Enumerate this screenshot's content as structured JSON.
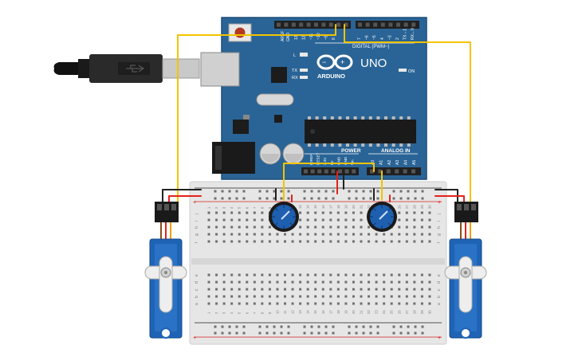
{
  "arduino": {
    "brand": "ARDUINO",
    "model": "UNO",
    "digital_header": "DIGITAL (PWM~)",
    "power_header": "POWER",
    "analog_header": "ANALOG IN",
    "label_L": "L",
    "label_TX": "TX",
    "label_RX": "RX",
    "label_ON": "ON",
    "pin_aref": "AREF",
    "pin_gnd": "GND",
    "digital_pins": [
      "13",
      "12",
      "~11",
      "~10",
      "~9",
      "8",
      "7",
      "~6",
      "~5",
      "4",
      "~3",
      "2",
      "TX→1",
      "RX←0"
    ],
    "power_pins": [
      "IOREF",
      "RESET",
      "3.3V",
      "5V",
      "GND",
      "GND",
      "Vin"
    ],
    "analog_pins": [
      "A0",
      "A1",
      "A2",
      "A3",
      "A4",
      "A5"
    ]
  },
  "breadboard": {
    "plus_sign": "+",
    "minus_sign": "−",
    "row_letters_top": [
      "j",
      "i",
      "h",
      "g",
      "f"
    ],
    "row_letters_bottom": [
      "e",
      "d",
      "c",
      "b",
      "a"
    ],
    "column_numbers": [
      "1",
      "2",
      "3",
      "4",
      "5",
      "6",
      "7",
      "8",
      "9",
      "10",
      "11",
      "12",
      "13",
      "14",
      "15",
      "16",
      "17",
      "18",
      "19",
      "20",
      "21",
      "22",
      "23",
      "24",
      "25",
      "26",
      "27",
      "28",
      "29",
      "30"
    ]
  },
  "colors": {
    "board_blue": "#2a6496",
    "board_blue_dark": "#1d4d78",
    "breadboard_bg": "#e6e6e6",
    "wire_yellow": "#f2c400",
    "wire_red": "#e2231a",
    "wire_black": "#222222",
    "servo_blue": "#1f63b5",
    "pot_blue": "#1f5fb0"
  },
  "icons": [
    "usb-cable-icon",
    "reset-button-icon",
    "arduino-infinity-logo-icon",
    "dc-jack-icon",
    "crystal-icon",
    "capacitor-icon",
    "ic-chip-icon"
  ]
}
